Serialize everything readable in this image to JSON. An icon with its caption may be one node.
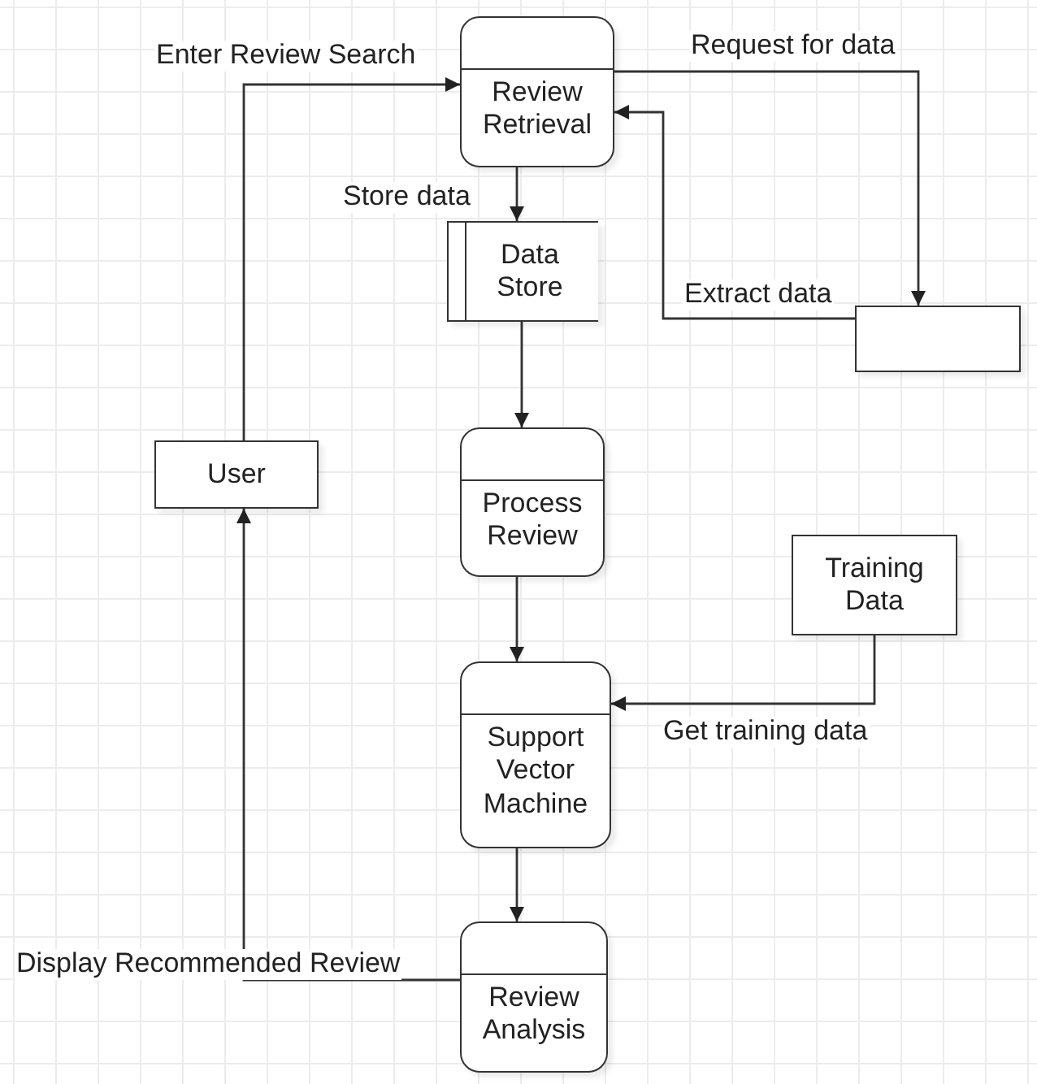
{
  "diagram": {
    "nodes": [
      {
        "text": [
          "Review Retrieval"
        ]
      },
      {
        "text": [
          "Data Store"
        ]
      },
      {
        "text": [],
        "shape": "box"
      },
      {
        "text": [
          "User"
        ]
      },
      {
        "text": [
          "Process Review"
        ]
      },
      {
        "text": [
          "Training Data"
        ]
      },
      {
        "text": [
          "Support Vector Machine"
        ]
      },
      {
        "text": [
          "Review Analysis"
        ]
      }
    ],
    "edges": [
      {
        "from": 3,
        "to": 0,
        "arrow": "to",
        "label": "Enter Review Search"
      },
      {
        "from": 0,
        "to": 2,
        "arrow": "to",
        "label": "Request for data"
      },
      {
        "from": 2,
        "to": 0,
        "arrow": "to",
        "label": "Extract data"
      },
      {
        "from": 0,
        "to": 1,
        "arrow": "to",
        "label": "Store data"
      },
      {
        "from": 1,
        "to": 4,
        "arrow": "to"
      },
      {
        "from": 4,
        "to": 6,
        "arrow": "to"
      },
      {
        "from": 5,
        "to": 6,
        "arrow": "to",
        "label": "Get training data"
      },
      {
        "from": 6,
        "to": 7,
        "arrow": "to"
      },
      {
        "from": 7,
        "to": 3,
        "arrow": "to",
        "label": "Display Recommended Review"
      }
    ]
  }
}
